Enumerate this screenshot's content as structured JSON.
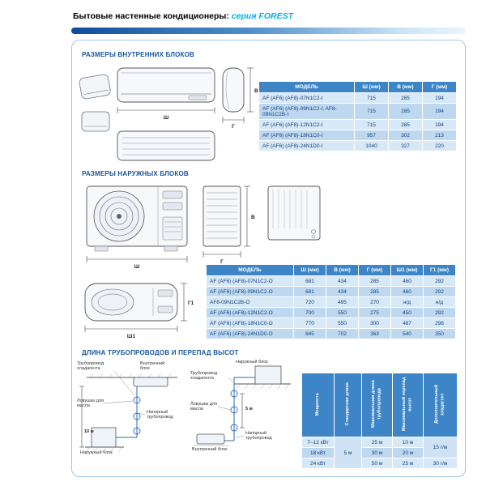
{
  "header": {
    "title_prefix": "Бытовые настенные кондиционеры: ",
    "title_accent": "серия FOREST"
  },
  "indoor": {
    "heading": "РАЗМЕРЫ ВНУТРЕННИХ БЛОКОВ",
    "dims": {
      "w": "Ш",
      "h": "В",
      "d": "Г"
    },
    "table": {
      "headers": [
        "МОДЕЛЬ",
        "Ш (мм)",
        "В (мм)",
        "Г (мм)"
      ],
      "rows": [
        {
          "model": "AF (AF6) (AF8)-07N1C2-I",
          "w": "715",
          "h": "285",
          "d": "194"
        },
        {
          "model": "AF (AF6) (AF8)-09N1C2-I, AF8-09N1C2B-I",
          "w": "715",
          "h": "285",
          "d": "194"
        },
        {
          "model": "AF (AF6) (AF8)-12N1C2-I",
          "w": "715",
          "h": "285",
          "d": "194"
        },
        {
          "model": "AF (AF6) (AF8)-18N1C0-I",
          "w": "957",
          "h": "302",
          "d": "213"
        },
        {
          "model": "AF (AF6) (AF8)-24N1D0-I",
          "w": "1040",
          "h": "327",
          "d": "220"
        }
      ]
    }
  },
  "outdoor": {
    "heading": "РАЗМЕРЫ НАРУЖНЫХ БЛОКОВ",
    "dims": {
      "w": "Ш",
      "h": "В",
      "d": "Г",
      "w1": "Ш1",
      "d1": "Г1"
    },
    "table": {
      "headers": [
        "МОДЕЛЬ",
        "Ш (мм)",
        "В (мм)",
        "Г (мм)",
        "Ш1 (мм)",
        "Г1 (мм)"
      ],
      "rows": [
        {
          "model": "AF (AF6) (AF8)-07N1C2-O",
          "w": "681",
          "h": "434",
          "d": "285",
          "w1": "460",
          "d1": "292"
        },
        {
          "model": "AF (AF6) (AF8)-09N1C2-O",
          "w": "681",
          "h": "434",
          "d": "285",
          "w1": "460",
          "d1": "292"
        },
        {
          "model": "AF8-09N1C2B-O",
          "w": "720",
          "h": "495",
          "d": "270",
          "w1": "н/д",
          "d1": "н/д"
        },
        {
          "model": "AF (AF6) (AF8)-12N1C2-O",
          "w": "700",
          "h": "550",
          "d": "275",
          "w1": "450",
          "d1": "292"
        },
        {
          "model": "AF (AF6) (AF8)-18N1C0-O",
          "w": "770",
          "h": "550",
          "d": "300",
          "w1": "487",
          "d1": "298"
        },
        {
          "model": "AF (AF6) (AF8)-24N1D0-O",
          "w": "845",
          "h": "702",
          "d": "363",
          "w1": "540",
          "d1": "350"
        }
      ]
    }
  },
  "piping": {
    "heading": "ДЛИНА ТРУБОПРОВОДОВ И ПЕРЕПАД ВЫСОТ",
    "diagram": {
      "indoor_unit": "Внутренний блок",
      "outdoor_unit": "Наружный блок",
      "refrigerant_pipe": "Трубопровод хладагента",
      "oil_trap": "Ловушка для масла",
      "discharge_pipe": "Напорный трубопровод",
      "height_left": "10 м",
      "height_right": "5 м"
    },
    "table": {
      "headers": [
        "Мощность",
        "Стандартная длина",
        "Максимальная длина трубопровода",
        "Максимальный перепад высот",
        "Дополнительный хладагент"
      ],
      "std_length": "5 м",
      "rows": [
        {
          "power": "7–12 кВт",
          "max_len": "25 м",
          "max_h": "10 м"
        },
        {
          "power": "18 кВт",
          "max_len": "30 м",
          "max_h": "20 м"
        },
        {
          "power": "24 кВт",
          "max_len": "50 м",
          "max_h": "25 м"
        }
      ],
      "extra_refrigerant_7_18": "15 г/м",
      "extra_refrigerant_24": "30 г/м"
    }
  }
}
